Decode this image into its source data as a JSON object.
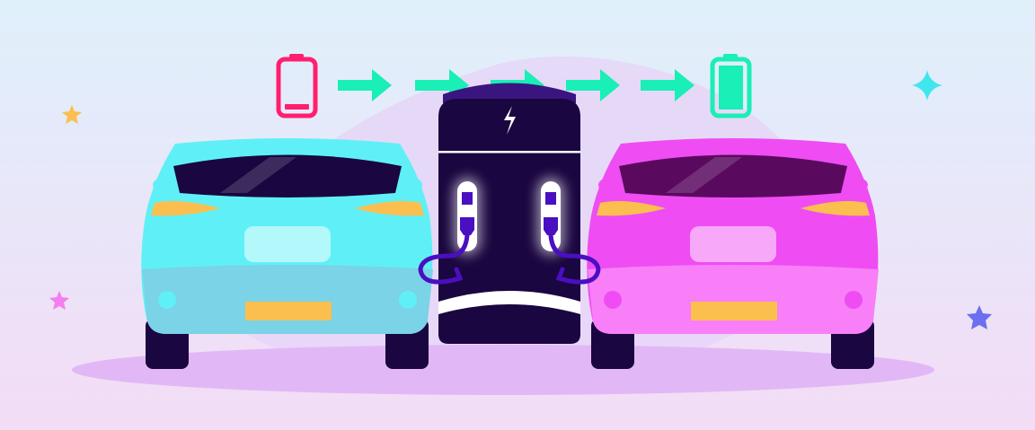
{
  "scene": {
    "icons": [
      "battery-low-icon",
      "arrow-right-icon",
      "battery-full-icon",
      "charging-station-icon",
      "lightning-bolt-icon",
      "sparkle-star-icon",
      "car-rear-icon",
      "charging-plug-icon"
    ],
    "colors": {
      "background_top": "#dff0fb",
      "background_bottom": "#f3dcf6",
      "battery_low": "#ff1f6e",
      "battery_full": "#19efb6",
      "arrow": "#19efb6",
      "station": "#1a0640",
      "plug": "#4a0fc0",
      "left_car": "#5ff0f7",
      "left_car_bumper": "#7ad3e6",
      "right_car": "#ef4cf4",
      "right_car_bumper": "#f87ff8",
      "taillight": "#fbbf4f",
      "plate": "#fbbf4f",
      "shadow": "#e1b8f5"
    },
    "battery_start_level": 0.15,
    "battery_end_level": 1.0,
    "arrow_count": 5
  }
}
